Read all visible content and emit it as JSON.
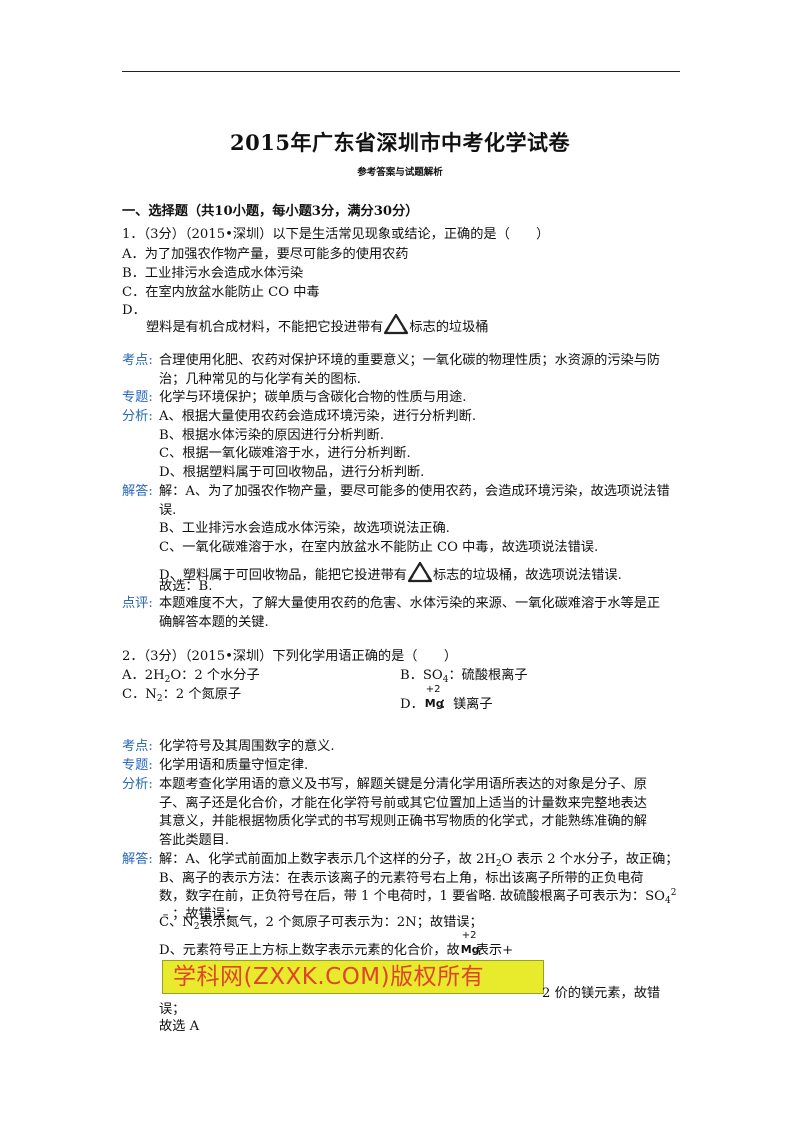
{
  "title": "2015年广东省深圳市中考化学试卷",
  "subtitle": "参考答案与试题解析",
  "section_heading": "一、选择题（共10小题，每小题3分，满分30分）",
  "q1": {
    "stem": "1．（3分）（2015•深圳）以下是生活常见现象或结论，正确的是（　　）",
    "optA": "A．为了加强农作物产量，要尽可能多的使用农药",
    "optB": "B．工业排污水会造成水体污染",
    "optC": "C．在室内放盆水能防止 CO 中毒",
    "optD_label": "D．",
    "optD_before": "塑料是有机合成材料，不能把它投进带有",
    "optD_after": "标志的垃圾桶",
    "kaodian_label": "考点:",
    "kaodian_1": "合理使用化肥、农药对保护环境的重要意义；一氧化碳的物理性质；水资源的污染与防",
    "kaodian_2": "治；几种常见的与化学有关的图标.",
    "zhuanti_label": "专题:",
    "zhuanti": "化学与环境保护；碳单质与含碳化合物的性质与用途.",
    "fenxi_label": "分析:",
    "fenxi_A": "A、根据大量使用农药会造成环境污染，进行分析判断.",
    "fenxi_B": "B、根据水体污染的原因进行分析判断.",
    "fenxi_C": "C、根据一氧化碳难溶于水，进行分析判断.",
    "fenxi_D": "D、根据塑料属于可回收物品，进行分析判断.",
    "jieda_label": "解答:",
    "jieda_A1": "解：A、为了加强农作物产量，要尽可能多的使用农药，会造成环境污染，故选项说法错",
    "jieda_A2": "误.",
    "jieda_B": "B、工业排污水会造成水体污染，故选项说法正确.",
    "jieda_C": "C、一氧化碳难溶于水，在室内放盆水不能防止 CO 中毒，故选项说法错误.",
    "jieda_D_before": "D、塑料属于可回收物品，能把它投进带有",
    "jieda_D_after": "标志的垃圾桶，故选项说法错误.",
    "jieda_choice": "故选：B.",
    "dianping_label": "点评:",
    "dianping_1": "本题难度不大，了解大量使用农药的危害、水体污染的来源、一氧化碳难溶于水等是正",
    "dianping_2": "确解答本题的关键."
  },
  "q2": {
    "stem": "2．（3分）（2015•深圳）下列化学用语正确的是（　　）",
    "optA_pre": "A．2H",
    "optA_sub": "2",
    "optA_post": "O：2 个水分子",
    "optB_pre": "B．SO",
    "optB_sub": "4",
    "optB_post": "：硫酸根离子",
    "optC_pre": "C．N",
    "optC_sub": "2",
    "optC_post": "：2 个氮原子",
    "optD_label": "D．",
    "valence_top": "+2",
    "valence_symbol": "Mg",
    "optD_post": "：镁离子",
    "kaodian_label": "考点:",
    "kaodian": "化学符号及其周围数字的意义.",
    "zhuanti_label": "专题:",
    "zhuanti": "化学用语和质量守恒定律.",
    "fenxi_label": "分析:",
    "fenxi_1": "本题考查化学用语的意义及书写，解题关键是分清化学用语所表达的对象是分子、原",
    "fenxi_2": "子、离子还是化合价，才能在化学符号前或其它位置加上适当的计量数来完整地表达",
    "fenxi_3": "其意义，并能根据物质化学式的书写规则正确书写物质的化学式，才能熟练准确的解",
    "fenxi_4": "答此类题目.",
    "jieda_label": "解答:",
    "jieda_A_pre": "解：A、化学式前面加上数字表示几个这样的分子，故 2H",
    "jieda_A_sub": "2",
    "jieda_A_post": "O 表示 2 个水分子，故正确；",
    "jieda_B1": "B、离子的表示方法：在表示该离子的元素符号右上角，标出该离子所带的正负电荷",
    "jieda_B2_pre": "数，数字在前，正负符号在后，带 1 个电荷时，1 要省略. 故硫酸根离子可表示为：SO",
    "jieda_B2_sub": "4",
    "jieda_B2_sup": "2",
    "jieda_B3": "﹣；故错误；",
    "jieda_C_pre": "C、N",
    "jieda_C_sub": "2",
    "jieda_C_post": "表示氮气，2 个氮原子可表示为：2N；故错误；",
    "jieda_D_pre": "D、元素符号正上方标上数字表示元素的化合价，故",
    "jieda_D_post": "表示+",
    "jieda_D2": "2 价的镁元素，故错",
    "jieda_D3": "误；",
    "jieda_choice": "故选 A"
  },
  "watermark": "学科网(ZXXK.COM)版权所有",
  "colors": {
    "annotation_label": "#2a68b8",
    "watermark_bg": "#e8ea2c",
    "watermark_text": "#e0442c"
  }
}
